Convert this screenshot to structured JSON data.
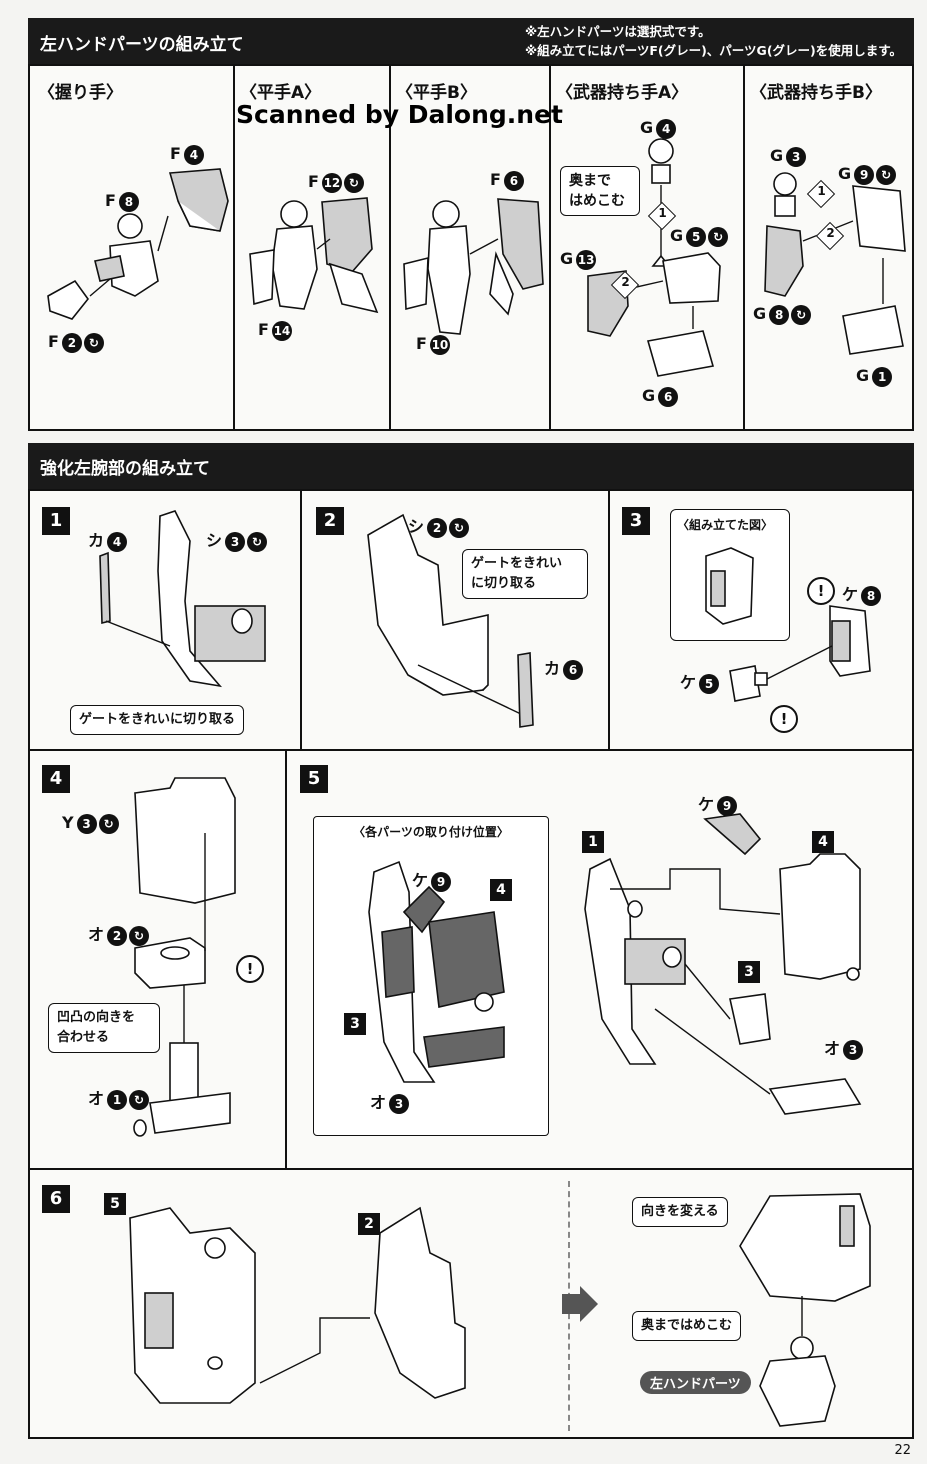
{
  "section1": {
    "title": "左ハンドパーツの組み立て",
    "note1": "※左ハンドパーツは選択式です。",
    "note2": "※組み立てにはパーツF(グレー)、パーツG(グレー)を使用します。",
    "watermark": "Scanned by Dalong.net",
    "columns": [
      {
        "title": "〈握り手〉",
        "labels": [
          {
            "p": "F",
            "n": "4"
          },
          {
            "p": "F",
            "n": "8"
          },
          {
            "p": "F",
            "n": "2"
          }
        ]
      },
      {
        "title": "〈平手A〉",
        "labels": [
          {
            "p": "F",
            "n": "12"
          },
          {
            "p": "F",
            "n": "14"
          }
        ]
      },
      {
        "title": "〈平手B〉",
        "labels": [
          {
            "p": "F",
            "n": "6"
          },
          {
            "p": "F",
            "n": "10"
          }
        ]
      },
      {
        "title": "〈武器持ち手A〉",
        "labels": [
          {
            "p": "G",
            "n": "4"
          },
          {
            "p": "G",
            "n": "5"
          },
          {
            "p": "G",
            "n": "13"
          },
          {
            "p": "G",
            "n": "6"
          }
        ],
        "callout": "奥まで\nはめこむ",
        "steps": [
          "1",
          "2"
        ]
      },
      {
        "title": "〈武器持ち手B〉",
        "labels": [
          {
            "p": "G",
            "n": "3"
          },
          {
            "p": "G",
            "n": "9"
          },
          {
            "p": "G",
            "n": "8"
          },
          {
            "p": "G",
            "n": "1"
          }
        ],
        "steps": [
          "1",
          "2"
        ]
      }
    ]
  },
  "section2": {
    "title": "強化左腕部の組み立て",
    "step1": {
      "no": "1",
      "labels": [
        {
          "p": "カ",
          "n": "4"
        },
        {
          "p": "シ",
          "n": "3"
        }
      ],
      "callout": "ゲートをきれいに切り取る"
    },
    "step2": {
      "no": "2",
      "labels": [
        {
          "p": "シ",
          "n": "2"
        },
        {
          "p": "カ",
          "n": "6"
        }
      ],
      "callout": "ゲートをきれい\nに切り取る"
    },
    "step3": {
      "no": "3",
      "subtitle": "〈組み立てた図〉",
      "labels": [
        {
          "p": "ケ",
          "n": "8"
        },
        {
          "p": "ケ",
          "n": "5"
        }
      ],
      "warn": "!"
    },
    "step4": {
      "no": "4",
      "labels": [
        {
          "p": "Y",
          "n": "3"
        },
        {
          "p": "オ",
          "n": "2"
        },
        {
          "p": "オ",
          "n": "1"
        }
      ],
      "callout": "凹凸の向きを\n合わせる",
      "warn": "!"
    },
    "step5": {
      "no": "5",
      "inset_title": "〈各パーツの取り付け位置〉",
      "inset_labels": [
        {
          "p": "ケ",
          "n": "9"
        },
        {
          "p": "4",
          "n": ""
        },
        {
          "p": "3",
          "n": ""
        },
        {
          "p": "オ",
          "n": "3"
        }
      ],
      "labels": [
        {
          "p": "ケ",
          "n": "9"
        },
        {
          "p": "オ",
          "n": "3"
        }
      ],
      "sub_steps": [
        "1",
        "4",
        "3"
      ]
    },
    "step6": {
      "no": "6",
      "sub_steps": [
        "5",
        "2"
      ],
      "callout_turn": "向きを変える",
      "callout_push": "奥まではめこむ",
      "tag": "左ハンドパーツ"
    }
  },
  "page_number": "22"
}
